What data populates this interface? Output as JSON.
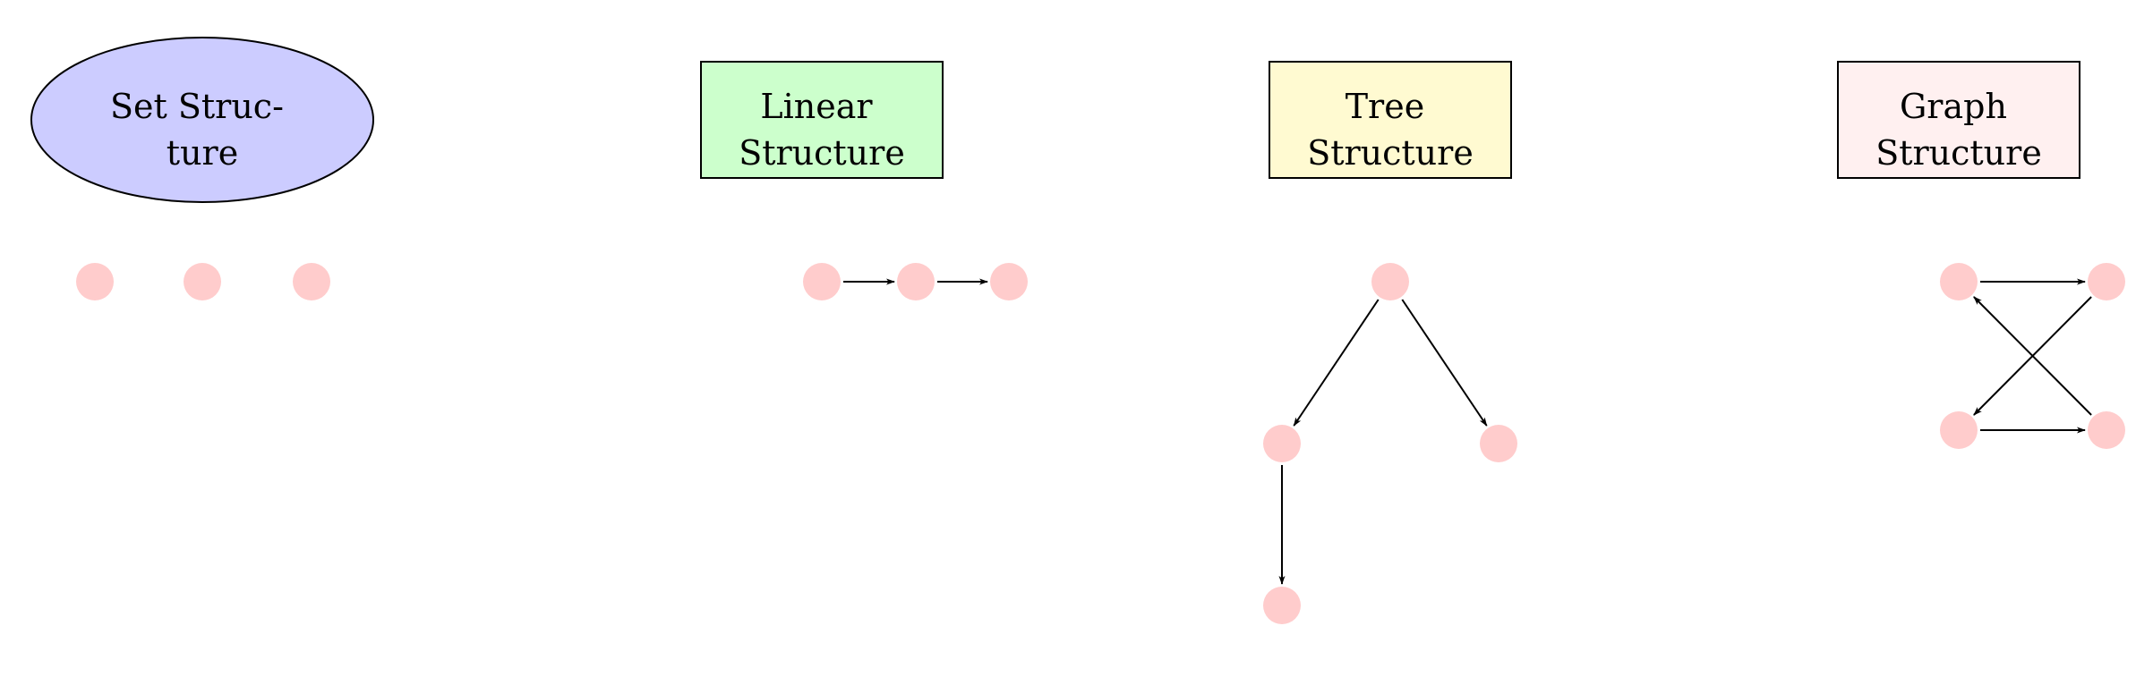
{
  "colors": {
    "set_fill": "#ccccff",
    "linear_fill": "#ccffcc",
    "tree_fill": "#fffad1",
    "graph_fill": "#fff0f0",
    "node_fill": "#ffcccc",
    "stroke": "#000000"
  },
  "structures": [
    {
      "id": "set",
      "shape": "ellipse",
      "title_lines": [
        "Set Struc-",
        "ture"
      ]
    },
    {
      "id": "linear",
      "shape": "rectangle",
      "title_lines": [
        "Linear",
        "Structure"
      ]
    },
    {
      "id": "tree",
      "shape": "rectangle",
      "title_lines": [
        "Tree",
        "Structure"
      ]
    },
    {
      "id": "graph",
      "shape": "rectangle",
      "title_lines": [
        "Graph",
        "Structure"
      ]
    }
  ],
  "edges": {
    "set": [],
    "linear": [
      [
        "n1",
        "n2"
      ],
      [
        "n2",
        "n3"
      ]
    ],
    "tree": [
      [
        "root",
        "left"
      ],
      [
        "root",
        "right"
      ],
      [
        "left",
        "leftchild"
      ]
    ],
    "graph": [
      [
        "topleft",
        "topright"
      ],
      [
        "topright",
        "bottomleft"
      ],
      [
        "bottomleft",
        "bottomright"
      ],
      [
        "bottomright",
        "topleft"
      ]
    ]
  }
}
